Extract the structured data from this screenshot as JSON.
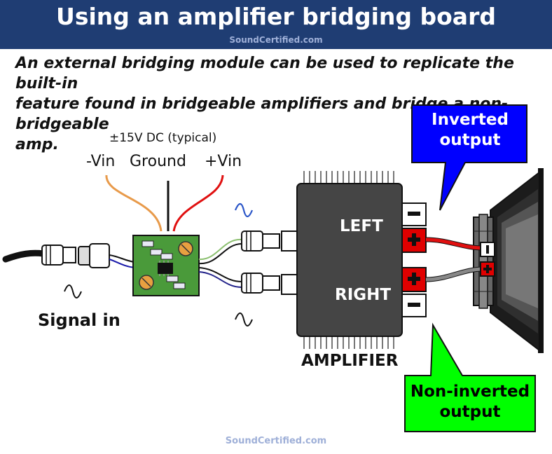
{
  "header": {
    "title": "Using an amplifier bridging board",
    "watermark": "SoundCertified.com"
  },
  "description": "An external bridging module can be used to replicate the built-in\nfeature found in bridgeable amplifiers and bridge a non-bridgeable\namp.",
  "power": {
    "supply_label": "±15V DC (typical)",
    "neg_label": "-Vin",
    "ground_label": "Ground",
    "pos_label": "+Vin"
  },
  "signal_in_label": "Signal in",
  "amplifier": {
    "label": "AMPLIFIER",
    "left_label": "LEFT",
    "right_label": "RIGHT"
  },
  "callouts": {
    "inverted": "Inverted\noutput",
    "noninverted": "Non-inverted\noutput"
  },
  "footer": {
    "watermark": "SoundCertified.com"
  },
  "colors": {
    "header_bg": "#1f3d73",
    "board": "#4a9a3a",
    "inverted_callout": "#0000ff",
    "noninverted_callout": "#00ff00",
    "terminal_red": "#e00000",
    "wire_orange": "#e89a4a",
    "wire_red": "#e01010",
    "wire_green": "#8cc070",
    "wire_navy": "#23238a"
  }
}
